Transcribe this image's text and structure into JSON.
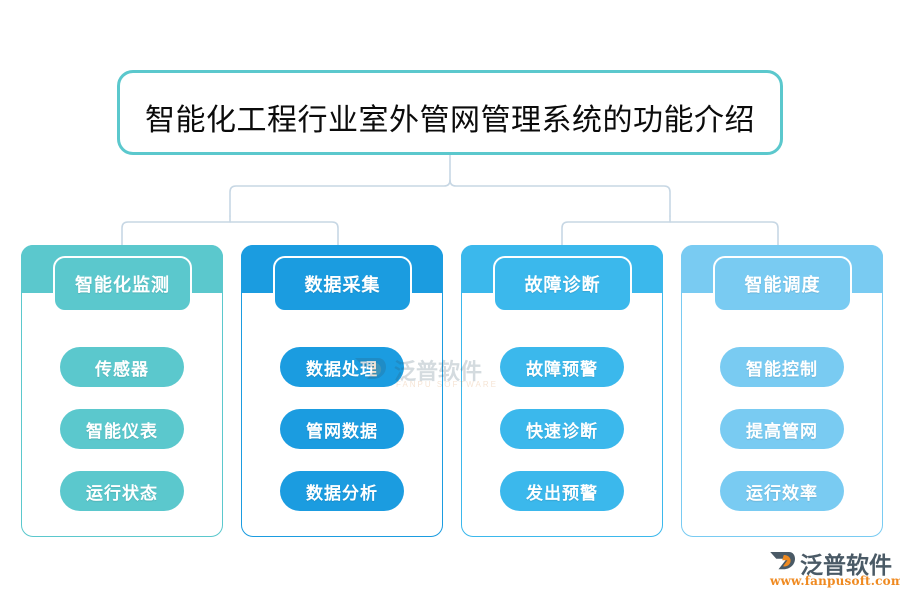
{
  "title": {
    "text": "智能化工程行业室外管网管理系统的功能介绍",
    "border_color": "#5bc8cd"
  },
  "connector": {
    "color": "#c7d7e4"
  },
  "columns": [
    {
      "header": "智能化监测",
      "color": "#5bc8cd",
      "items": [
        "传感器",
        "智能仪表",
        "运行状态"
      ]
    },
    {
      "header": "数据采集",
      "color": "#1b9ce0",
      "items": [
        "数据处理",
        "管网数据",
        "数据分析"
      ]
    },
    {
      "header": "故障诊断",
      "color": "#3bb8ec",
      "items": [
        "故障预警",
        "快速诊断",
        "发出预警"
      ]
    },
    {
      "header": "智能调度",
      "color": "#79cbf2",
      "items": [
        "智能控制",
        "提高管网",
        "运行效率"
      ]
    }
  ],
  "watermark": {
    "text": "泛普软件",
    "subtext": "FANPU SOFTWARE"
  },
  "logo": {
    "name": "泛普软件",
    "url": "www.fanpusoft.com",
    "mark_color": "#4a5a66",
    "accent_color": "#ef8a21"
  }
}
